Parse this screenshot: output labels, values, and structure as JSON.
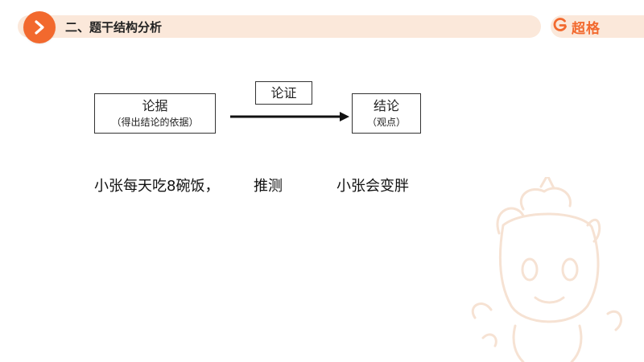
{
  "header": {
    "title": "二、题干结构分析",
    "logo_text": "超格"
  },
  "diagram": {
    "evidence_label": "论据",
    "evidence_sub": "（得出结论的依据）",
    "argument_label": "论证",
    "conclusion_label": "结论",
    "conclusion_sub": "（观点）"
  },
  "example": {
    "evidence": "小张每天吃8碗饭，",
    "inference": "推测",
    "conclusion": "小张会变胖"
  },
  "colors": {
    "accent": "#f2692e",
    "header_bg": "#fbe8da"
  },
  "icons": {
    "badge": "chevron-right-icon",
    "logo": "c-logo-icon",
    "mascot": "unicorn-mascot"
  }
}
